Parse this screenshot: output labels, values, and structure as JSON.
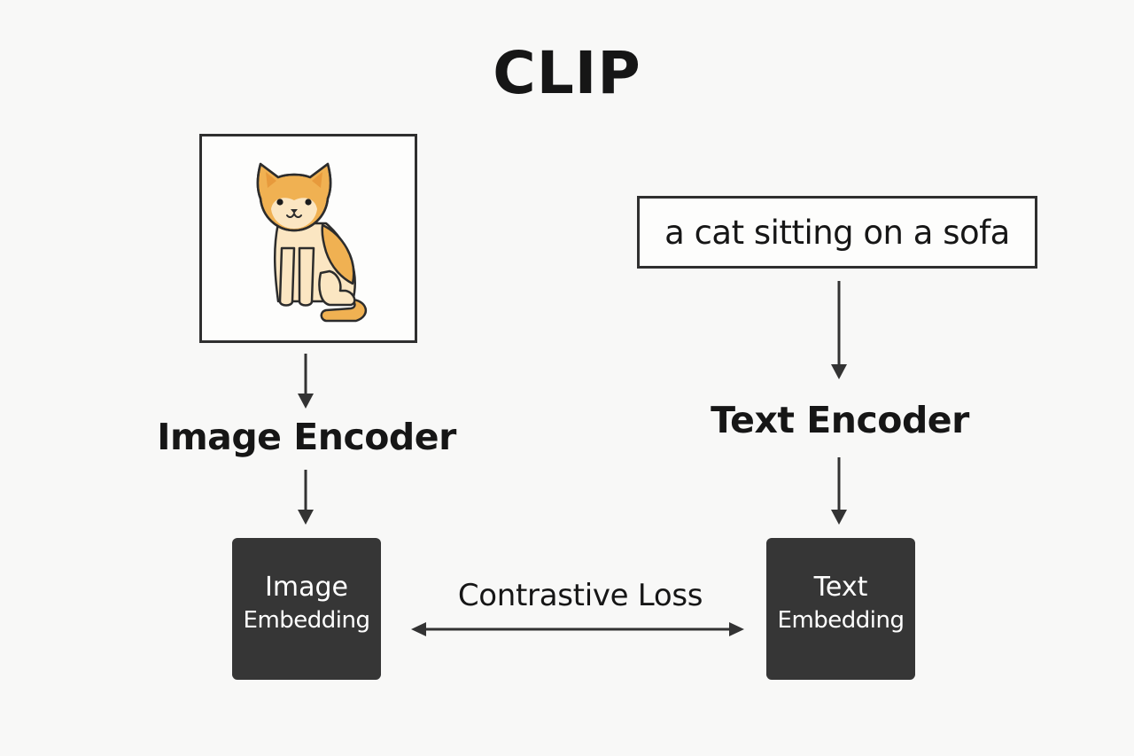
{
  "title": "CLIP",
  "image_input": {
    "icon": "cat-icon"
  },
  "text_input": {
    "caption": "a cat sitting on a sofa"
  },
  "encoders": {
    "image": "Image Encoder",
    "text": "Text Encoder"
  },
  "embeddings": {
    "image": {
      "line1": "Image",
      "line2": "Embedding"
    },
    "text": {
      "line1": "Text",
      "line2": "Embedding"
    }
  },
  "loss": "Contrastive Loss",
  "colors": {
    "background": "#f8f8f7",
    "embedding_box": "#363636",
    "line": "#333333",
    "cat_orange": "#f0b152",
    "cat_cream": "#fbe6c2"
  }
}
